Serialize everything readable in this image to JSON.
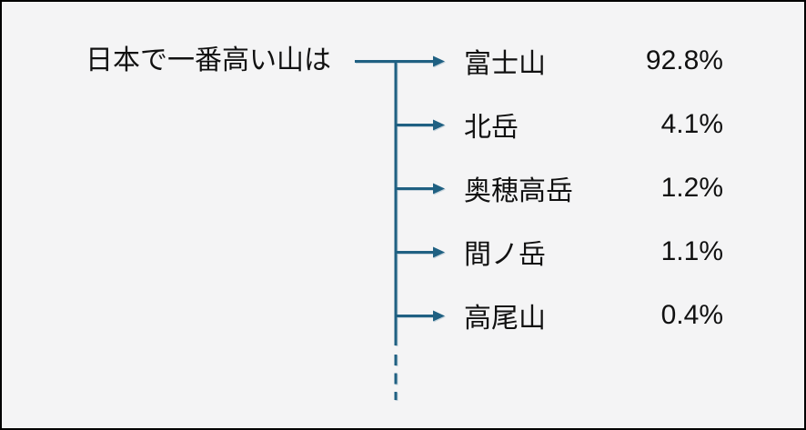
{
  "prompt": {
    "text": "日本で一番高い山は"
  },
  "chart_data": {
    "type": "tree",
    "title": "",
    "prompt": "日本で一番高い山は",
    "items": [
      {
        "label": "富士山",
        "percent": "92.8%",
        "value": 92.8
      },
      {
        "label": "北岳",
        "percent": "4.1%",
        "value": 4.1
      },
      {
        "label": "奥穂高岳",
        "percent": "1.2%",
        "value": 1.2
      },
      {
        "label": "間ノ岳",
        "percent": "1.1%",
        "value": 1.1
      },
      {
        "label": "高尾山",
        "percent": "0.4%",
        "value": 0.4
      }
    ],
    "more_indicator": "dashed-trunk-continuation",
    "layout": {
      "legend": "none",
      "grid": false
    }
  },
  "colors": {
    "line": "#1f6082",
    "background": "#f4f4f5",
    "border": "#000000",
    "text": "#111111"
  }
}
